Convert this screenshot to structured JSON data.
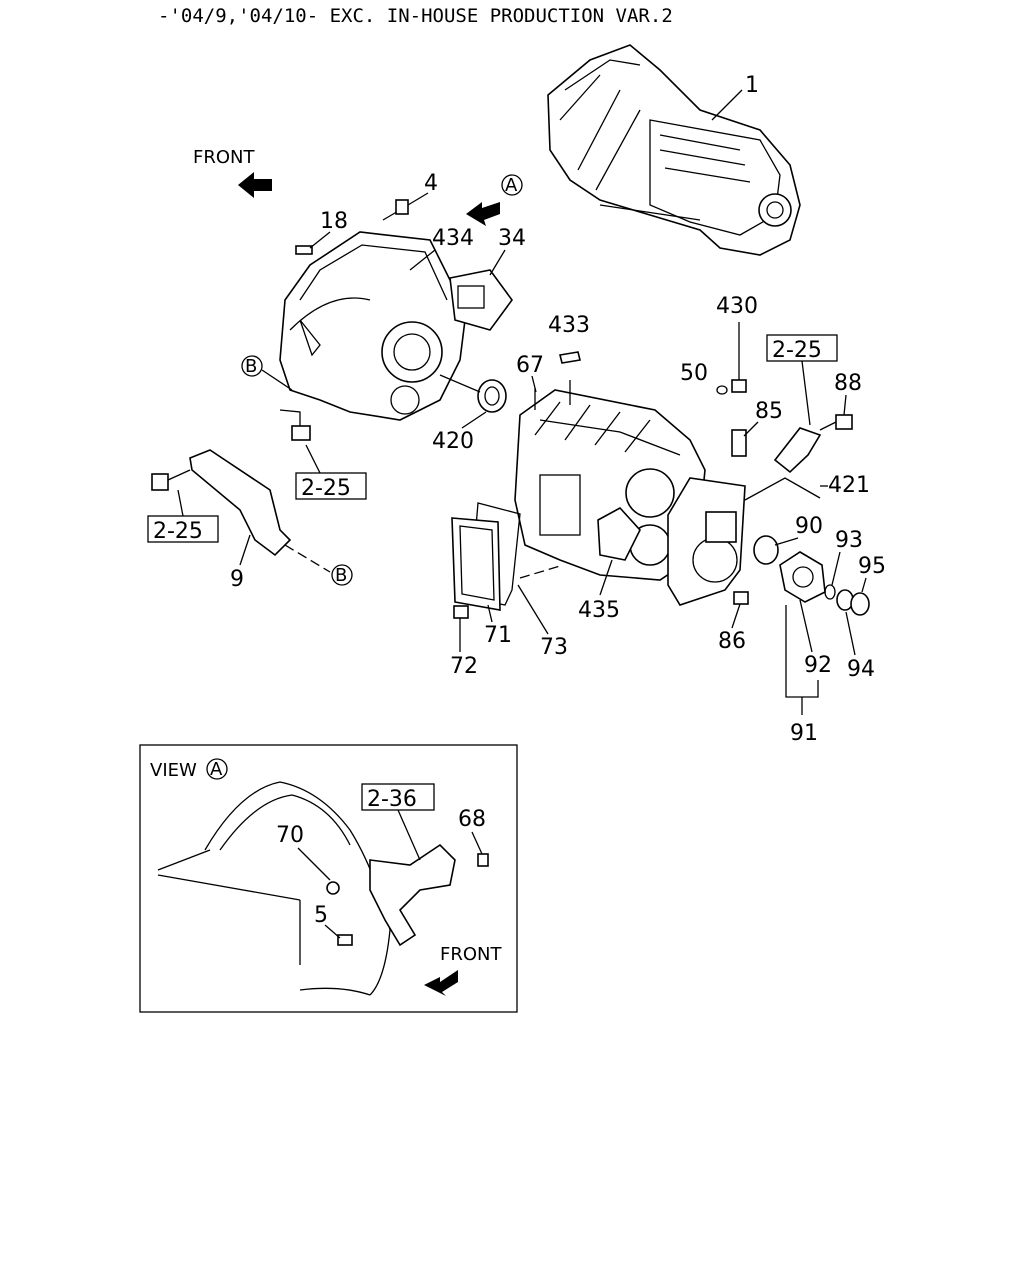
{
  "header": {
    "title": "-'04/9,'04/10- EXC. IN-HOUSE PRODUCTION VAR.2"
  },
  "labels": {
    "front": "FRONT",
    "view_a": "VIEW",
    "circle_a": "A",
    "circle_b": "B"
  },
  "ref_boxes": {
    "r1": "2-25",
    "r2": "2-25",
    "r3": "2-25",
    "r4": "2-36"
  },
  "callouts": {
    "c1": "1",
    "c4": "4",
    "c18": "18",
    "c434": "434",
    "c34": "34",
    "c433": "433",
    "c430": "430",
    "c67": "67",
    "c50": "50",
    "c88": "88",
    "c85": "85",
    "c420": "420",
    "c421": "421",
    "c90": "90",
    "c93": "93",
    "c95": "95",
    "c9": "9",
    "c435": "435",
    "c86": "86",
    "c71": "71",
    "c73": "73",
    "c72": "72",
    "c92": "92",
    "c94": "94",
    "c91": "91",
    "c68": "68",
    "c70": "70",
    "c5": "5"
  },
  "icons": [
    "front-arrow-icon",
    "view-direction-arrow-icon"
  ]
}
